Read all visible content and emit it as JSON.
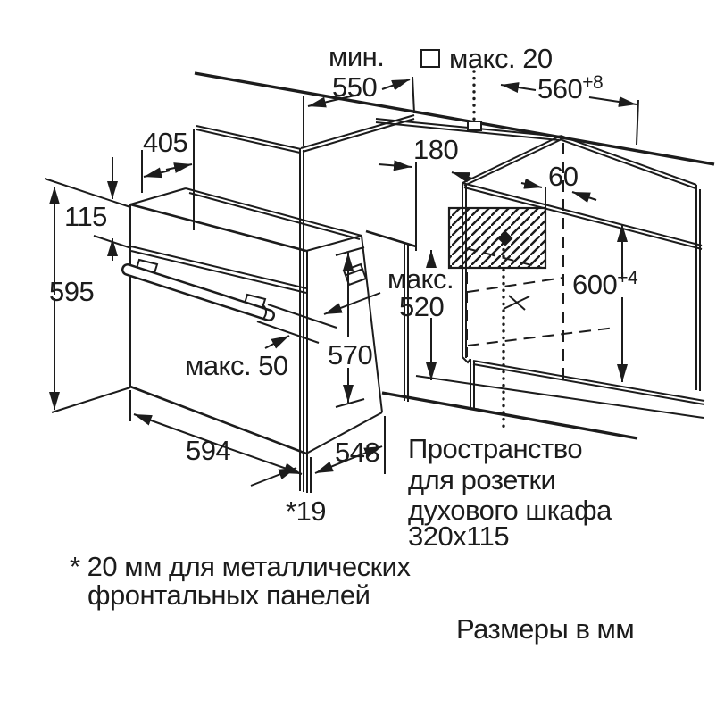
{
  "meta": {
    "title": "Схема встраивания духового шкафа",
    "background_color": "#ffffff",
    "line_color": "#1c1c1c"
  },
  "dims": {
    "min550": {
      "prefix": "мин.",
      "value": "550"
    },
    "max20": {
      "label": "макс. 20",
      "symbol": "square-icon"
    },
    "d560": {
      "base": "560",
      "sup": "+8"
    },
    "d405": "405",
    "d115": "115",
    "d595": "595",
    "d180": "180",
    "d60": "60",
    "max520": {
      "line1": "макс.",
      "line2": "520"
    },
    "d600": {
      "base": "600",
      "sup": "+4"
    },
    "d570": "570",
    "max50": "макс. 50",
    "d594": "594",
    "d548": "548",
    "d19": "*19"
  },
  "notes": {
    "socket": [
      "Пространство",
      "для розетки",
      "духового шкафа",
      "320x115"
    ],
    "panel_note": [
      "* 20 мм для металлических",
      "фронтальных панелей"
    ],
    "units": "Размеры в мм"
  }
}
